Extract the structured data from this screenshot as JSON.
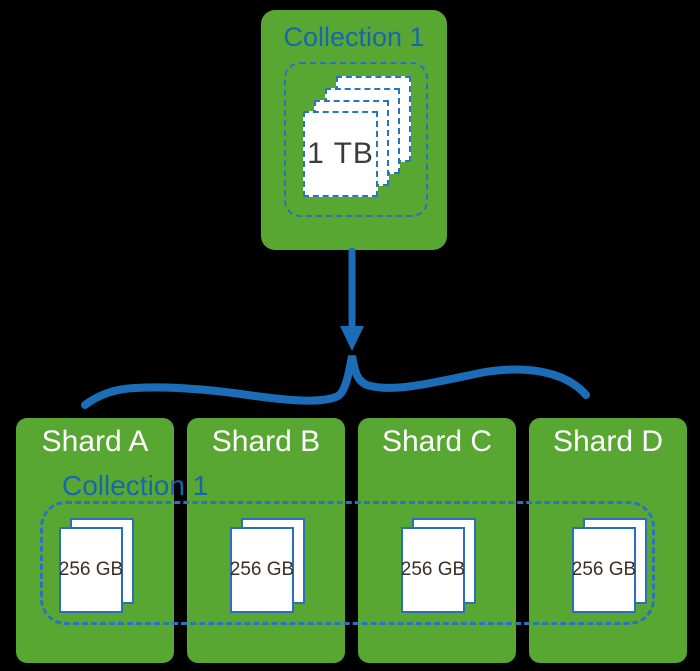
{
  "collection": {
    "title": "Collection 1",
    "capacity": "1 TB",
    "document_pages": 4
  },
  "shard_group": {
    "label": "Collection 1"
  },
  "shards": [
    {
      "label": "Shard A",
      "capacity": "256 GB"
    },
    {
      "label": "Shard B",
      "capacity": "256 GB"
    },
    {
      "label": "Shard C",
      "capacity": "256 GB"
    },
    {
      "label": "Shard D",
      "capacity": "256 GB"
    }
  ],
  "icons": {
    "arrow": "down-arrow-icon",
    "brace": "curly-brace-icon",
    "pages": "document-page-icon"
  },
  "colors": {
    "background": "#000000",
    "box_green": "#58a733",
    "line_blue": "#1b6db8",
    "dash_blue": "#2a73bd",
    "label_blue": "#1866ad",
    "shard_label_white": "#ffffff",
    "capacity_dark": "#3b3b3b",
    "capacity_brown": "#3a2f27",
    "page_white": "#ffffff"
  }
}
